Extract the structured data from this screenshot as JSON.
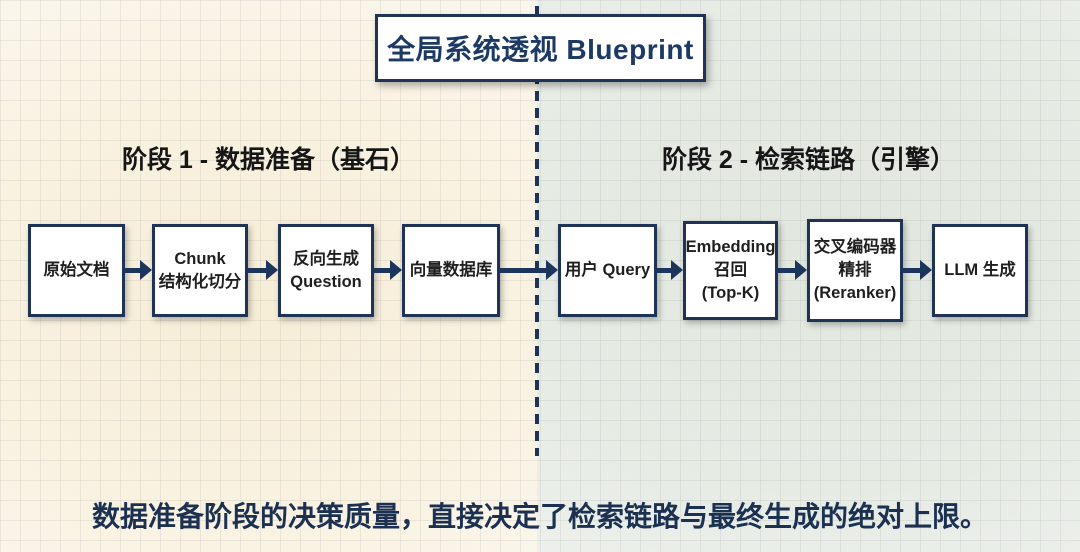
{
  "title": "全局系统透视 Blueprint",
  "sections": {
    "left": {
      "header": "阶段 1 - 数据准备（基石）"
    },
    "right": {
      "header": "阶段 2 - 检索链路（引擎）"
    }
  },
  "flow": {
    "left": [
      {
        "name": "原始文档",
        "lines": [
          "原始文档"
        ]
      },
      {
        "name": "Chunk 结构化切分",
        "lines": [
          "Chunk",
          "结构化切分"
        ]
      },
      {
        "name": "反向生成 Question",
        "lines": [
          "反向生成",
          "Question"
        ]
      },
      {
        "name": "向量数据库",
        "lines": [
          "向量数据库"
        ]
      }
    ],
    "right": [
      {
        "name": "用户 Query",
        "lines": [
          "用户 Query"
        ]
      },
      {
        "name": "Embedding 召回 (Top-K)",
        "lines": [
          "Embedding",
          "召回",
          "(Top-K)"
        ]
      },
      {
        "name": "交叉编码器 精排 (Reranker)",
        "lines": [
          "交叉编码器",
          "精排",
          "(Reranker)"
        ]
      },
      {
        "name": "LLM 生成",
        "lines": [
          "LLM 生成"
        ]
      }
    ]
  },
  "footer": "数据准备阶段的决策质量，直接决定了检索链路与最终生成的绝对上限。",
  "colors": {
    "navy": "#1e3355",
    "title_text": "#1d3a66",
    "left_bg": "#f6edd6",
    "right_bg": "#e1e7df",
    "box_bg": "#ffffff"
  }
}
